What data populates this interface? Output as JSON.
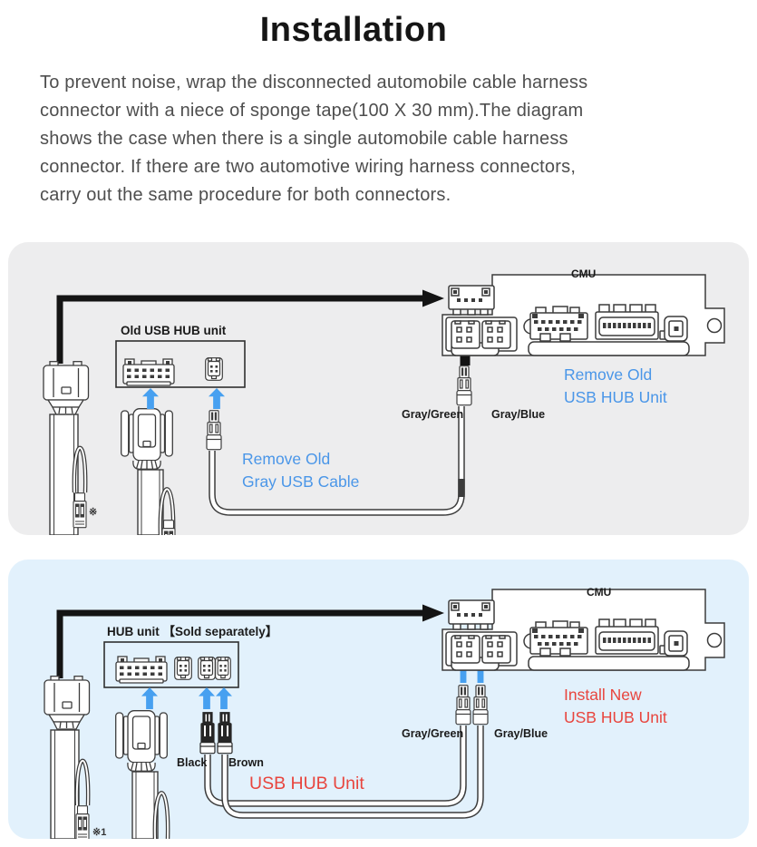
{
  "page": {
    "title": "Installation",
    "intro_lines": [
      "To prevent noise, wrap the disconnected automobile cable harness",
      "connector with a niece of sponge tape(100 X 30 mm).The diagram",
      "shows the case when there is a single automobile cable harness",
      "connector. If there are two automotive wiring harness connectors,",
      "carry out the same procedure for both connectors."
    ]
  },
  "colors": {
    "panel_remove_bg": "#ededee",
    "panel_install_bg": "#e2f1fc",
    "accent_blue_text": "#4a96e8",
    "arrow_blue": "#47a0f0",
    "accent_red_text": "#e8453e",
    "line_art": "#3c3c3c",
    "harness_black": "#141414"
  },
  "panel_remove": {
    "cmu_label": "CMU",
    "hub_box_label": "Old USB HUB unit",
    "remove_cable_line1": "Remove Old",
    "remove_cable_line2": "Gray USB Cable",
    "remove_unit_line1": "Remove Old",
    "remove_unit_line2": "USB HUB Unit",
    "wire_left_label": "Gray/Green",
    "wire_right_label": "Gray/Blue",
    "ref_mark": "※"
  },
  "panel_install": {
    "cmu_label": "CMU",
    "hub_box_label": "HUB unit 【Sold separately】",
    "usb_hub_label": "USB HUB Unit",
    "install_line1": "Install New",
    "install_line2": "USB HUB Unit",
    "wire_black_label": "Black",
    "wire_brown_label": "Brown",
    "wire_left_label": "Gray/Green",
    "wire_right_label": "Gray/Blue",
    "ref_mark": "※1"
  }
}
